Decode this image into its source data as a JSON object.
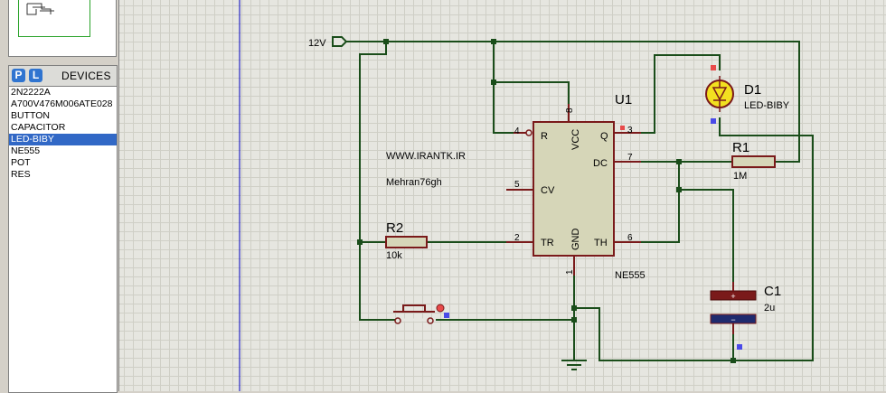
{
  "devices_panel": {
    "p_button": "P",
    "l_button": "L",
    "title": "DEVICES",
    "items": [
      "2N2222A",
      "A700V476M006ATE028",
      "BUTTON",
      "CAPACITOR",
      "LED-BIBY",
      "NE555",
      "POT",
      "RES"
    ],
    "selected": "LED-BIBY"
  },
  "schematic": {
    "power_terminal": "12V",
    "ic": {
      "ref": "U1",
      "part": "NE555",
      "pins": {
        "reset": "R",
        "vcc": "VCC",
        "output": "Q",
        "discharge": "DC",
        "control": "CV",
        "trigger": "TR",
        "gnd": "GND",
        "threshold": "TH"
      },
      "pin_numbers": {
        "reset": "4",
        "vcc": "8",
        "output": "3",
        "discharge": "7",
        "control": "5",
        "trigger": "2",
        "gnd": "1",
        "threshold": "6"
      }
    },
    "d1": {
      "ref": "D1",
      "value": "LED-BIBY"
    },
    "r1": {
      "ref": "R1",
      "value": "1M"
    },
    "r2": {
      "ref": "R2",
      "value": "10k"
    },
    "c1": {
      "ref": "C1",
      "value": "2u"
    },
    "text_1": "WWW.IRANTK.IR",
    "text_2": "Mehran76gh"
  },
  "colors": {
    "wire": "#1a4d1a",
    "component_body": "#d6d6b8",
    "component_border": "#7a1a1a",
    "pin_red": "#e84a4a",
    "pin_blue": "#4a4ae8",
    "led_fill": "#f2e020"
  }
}
